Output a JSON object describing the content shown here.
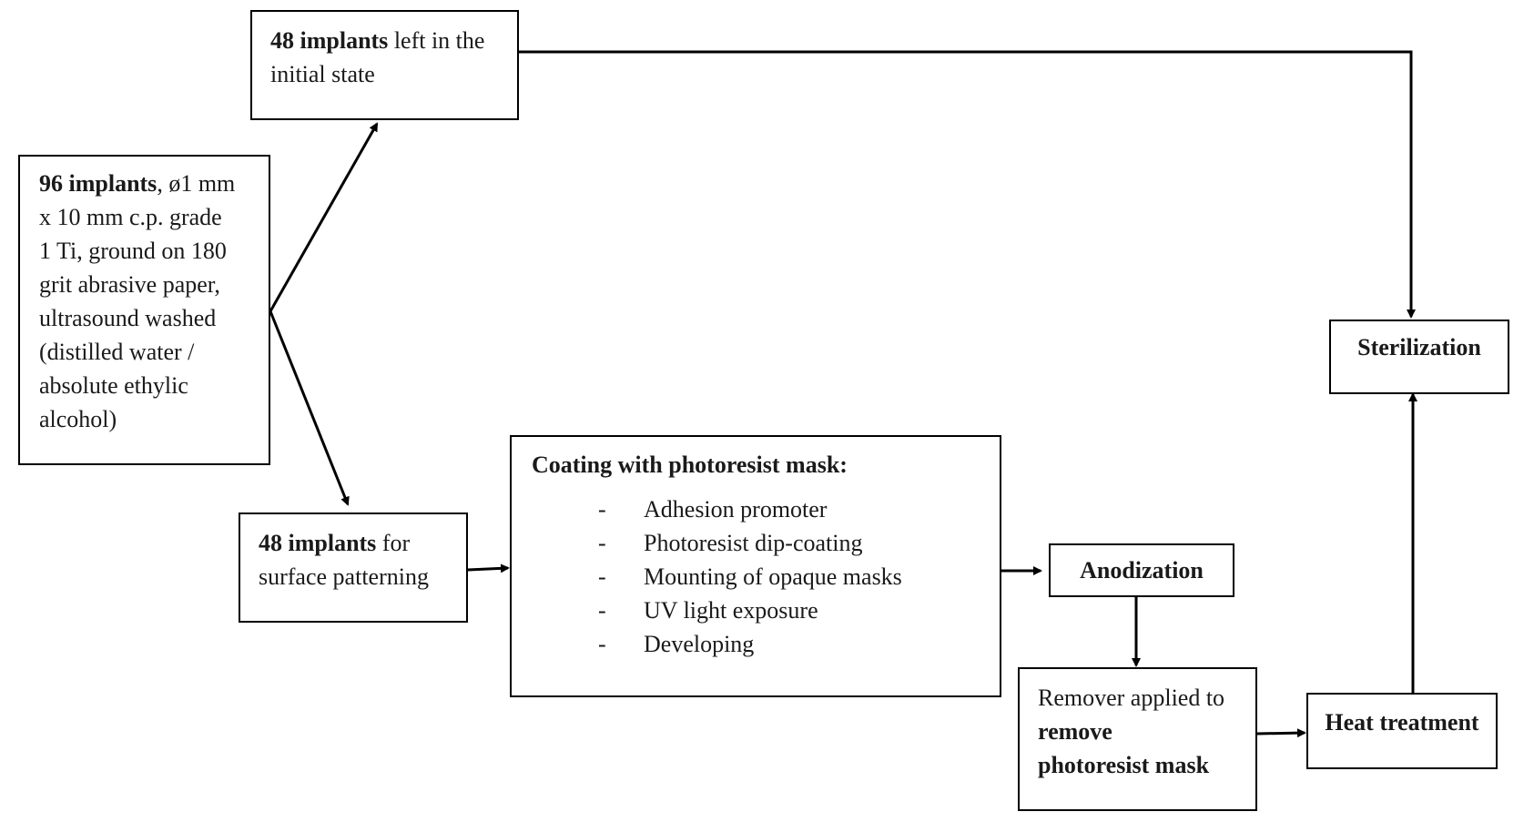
{
  "boxes": {
    "source": {
      "bold": "96 implants",
      "lines": [
        ", ø1 mm",
        "x 10 mm c.p. grade",
        "1 Ti, ground on 180",
        "grit abrasive paper,",
        "ultrasound washed",
        "(distilled water /",
        "absolute ethylic",
        "alcohol)"
      ]
    },
    "initial": {
      "bold": "48 implants",
      "rest": " left in the",
      "line2": "initial state"
    },
    "patterning": {
      "bold": "48 implants",
      "rest": " for",
      "line2": "surface patterning"
    },
    "coating": {
      "title": "Coating with photoresist mask:",
      "dash": "-",
      "steps": [
        "Adhesion promoter",
        "Photoresist dip-coating",
        "Mounting of opaque masks",
        "UV light exposure",
        "Developing"
      ]
    },
    "anodization": {
      "label": "Anodization"
    },
    "remover": {
      "line1": "Remover applied to",
      "bold1": "remove",
      "bold2": "photoresist mask"
    },
    "heat": {
      "label": "Heat treatment"
    },
    "sterilization": {
      "label": "Sterilization"
    }
  }
}
